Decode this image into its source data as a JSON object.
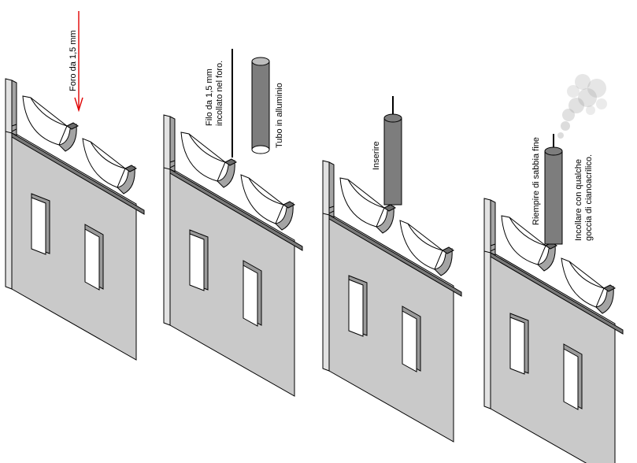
{
  "labels": {
    "hole": "Foro da 1,5 mm",
    "wire_line1": "Filo da 1,5 mm",
    "wire_line2": "incollato nel foro.",
    "tube": "Tubo in alluminio",
    "insert": "Inserire",
    "sand": "Riempire di sabbia fine",
    "glue_line1": "Incollare con qualche",
    "glue_line2": "goccia di cianoacrilico."
  },
  "colors": {
    "arrow": "#e00000",
    "wall": "#c9c9c9",
    "band": "#7a7a7a",
    "tube": "#7d7d7d"
  },
  "steps": [
    {
      "id": "step-1",
      "shows": [
        "hole-arrow"
      ]
    },
    {
      "id": "step-2",
      "shows": [
        "wire",
        "tube"
      ]
    },
    {
      "id": "step-3",
      "shows": [
        "wire",
        "tube-inserted"
      ]
    },
    {
      "id": "step-4",
      "shows": [
        "wire",
        "tube-inserted",
        "smoke"
      ]
    }
  ]
}
